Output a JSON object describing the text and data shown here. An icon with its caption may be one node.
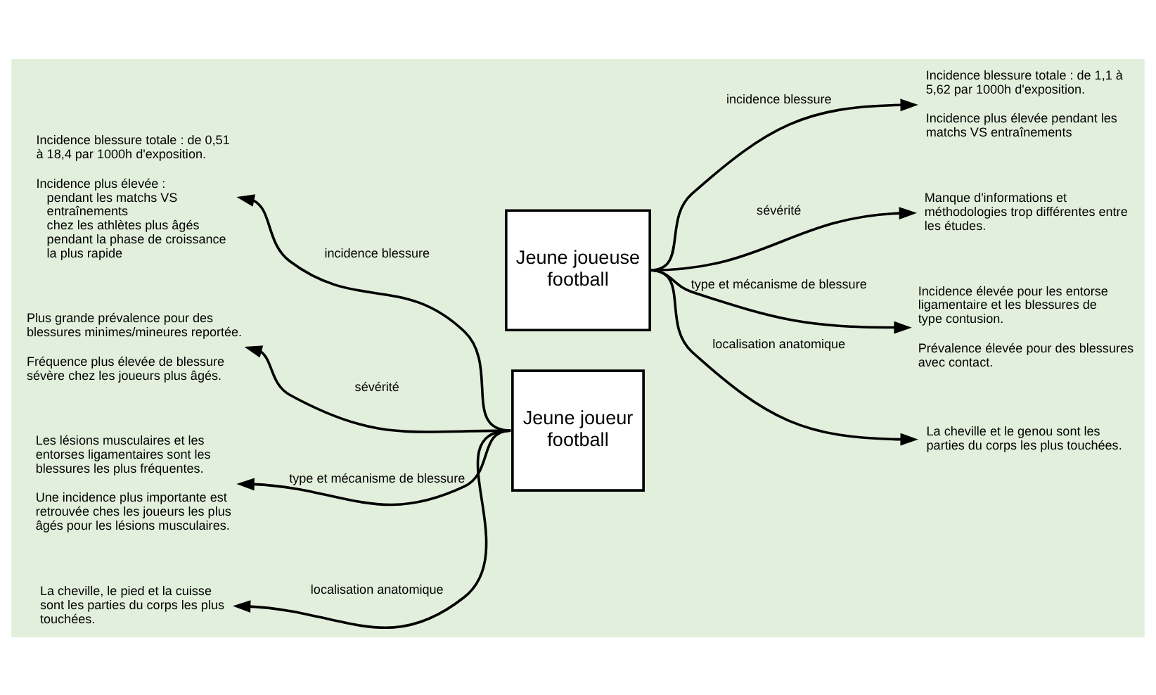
{
  "diagram": {
    "nodes": [
      {
        "text": [
          "Jeune joueur football"
        ]
      },
      {
        "text": [
          "Jeune joueuse football"
        ]
      },
      {
        "text": [
          "Incidence blessure totale : de 0,51 à 18,4 par 1000h d'exposition.",
          "Incidence plus élevée :",
          "pendant les matchs VS entraînements",
          "chez les athlètes plus âgés",
          "pendant la phase de croissance la plus rapide"
        ]
      },
      {
        "text": [
          "Plus grande prévalence pour des blessures minimes/mineures reportée.",
          "Fréquence plus élevée de blessure sévère chez les joueurs plus âgés."
        ]
      },
      {
        "text": [
          "Les lésions musculaires et les entorses ligamentaires sont les blessures les plus fréquentes.",
          "Une incidence plus importante est retrouvée ches les joueurs les plus âgés pour les lésions musculaires."
        ]
      },
      {
        "text": [
          "La cheville, le pied et la cuisse sont les parties du corps les plus touchées."
        ]
      },
      {
        "text": [
          "Incidence blessure totale : de 1,1 à 5,62 par 1000h d'exposition.",
          "Incidence plus élevée pendant les matchs VS entraînements"
        ]
      },
      {
        "text": [
          "Manque d'informations et méthodologies trop différentes entre les études."
        ]
      },
      {
        "text": [
          "Incidence élevée pour les entorse ligamentaire et les blessures de type contusion.",
          "Prévalence élevée pour des blessures avec contact."
        ]
      },
      {
        "text": [
          "La cheville et le genou sont les parties du corps les plus touchées."
        ]
      }
    ],
    "edges": [
      {
        "from": 0,
        "to": 2,
        "arrow": "to",
        "label": "incidence blessure"
      },
      {
        "from": 0,
        "to": 3,
        "arrow": "to",
        "label": "sévérité"
      },
      {
        "from": 0,
        "to": 4,
        "arrow": "to",
        "label": "type et mécanisme de blessure"
      },
      {
        "from": 0,
        "to": 5,
        "arrow": "to",
        "label": "localisation anatomique"
      },
      {
        "from": 1,
        "to": 6,
        "arrow": "to",
        "label": "incidence blessure"
      },
      {
        "from": 1,
        "to": 7,
        "arrow": "to",
        "label": "sévérité"
      },
      {
        "from": 1,
        "to": 8,
        "arrow": "to",
        "label": "type et mécanisme de blessure"
      },
      {
        "from": 1,
        "to": 9,
        "arrow": "to",
        "label": "localisation anatomique"
      }
    ]
  }
}
